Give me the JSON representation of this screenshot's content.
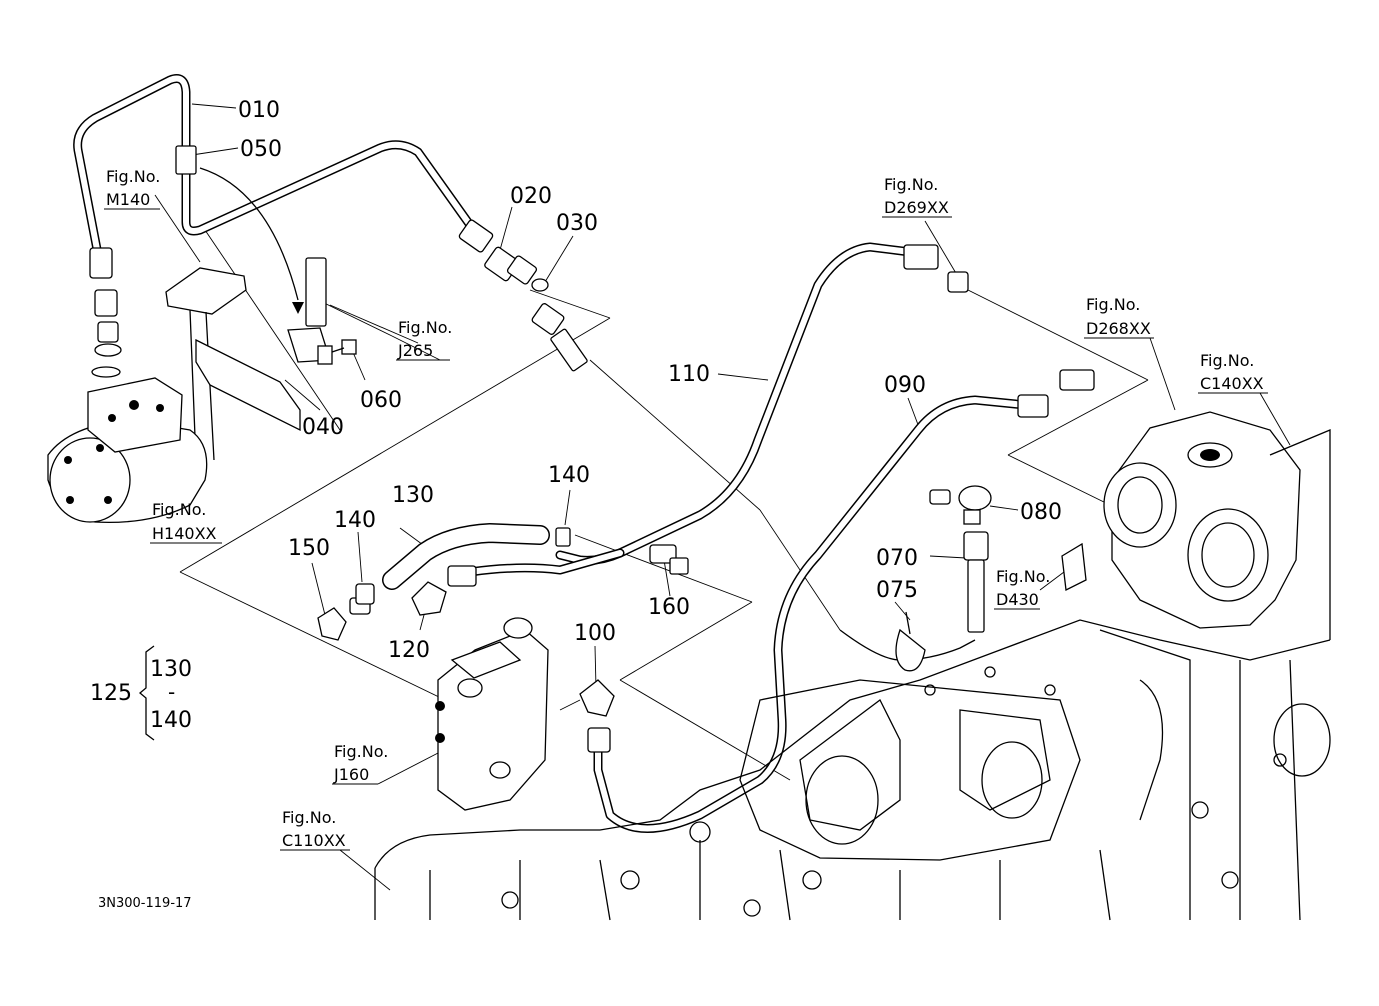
{
  "drawing_id": "3N300-119-17",
  "callouts": {
    "c010": "010",
    "c050": "050",
    "c020": "020",
    "c030": "030",
    "c040": "040",
    "c060": "060",
    "c110": "110",
    "c090": "090",
    "c080": "080",
    "c070": "070",
    "c075": "075",
    "c130": "130",
    "c140a": "140",
    "c140b": "140",
    "c150": "150",
    "c120": "120",
    "c160": "160",
    "c100": "100"
  },
  "group": {
    "code": "125",
    "from": "130",
    "dash": "-",
    "to": "140"
  },
  "fig_refs": {
    "m140": {
      "label": "Fig.No.",
      "code": "M140"
    },
    "j265": {
      "label": "Fig.No.",
      "code": "J265"
    },
    "h140xx": {
      "label": "Fig.No.",
      "code": "H140XX"
    },
    "d269xx": {
      "label": "Fig.No.",
      "code": "D269XX"
    },
    "d268xx": {
      "label": "Fig.No.",
      "code": "D268XX"
    },
    "c140xx": {
      "label": "Fig.No.",
      "code": "C140XX"
    },
    "d430": {
      "label": "Fig.No.",
      "code": "D430"
    },
    "j160": {
      "label": "Fig.No.",
      "code": "J160"
    },
    "c110xx": {
      "label": "Fig.No.",
      "code": "C110XX"
    }
  }
}
